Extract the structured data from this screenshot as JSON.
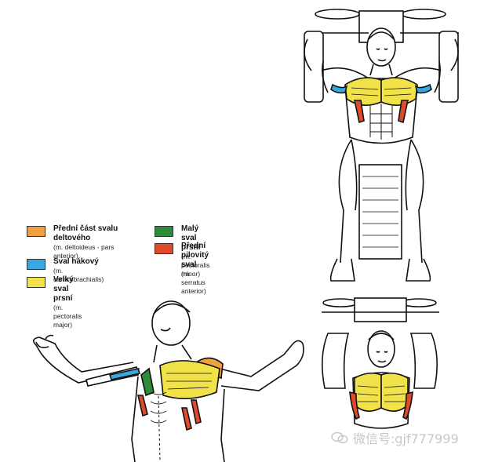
{
  "legend": {
    "items": [
      {
        "name": "Přední část svalu deltového",
        "latin": "(m. deltoideus - pars anterior)",
        "color": "#f0a040"
      },
      {
        "name": "Sval hákový",
        "latin": "(m. coracobrachialis)",
        "color": "#38a8e0"
      },
      {
        "name": "Velký sval prsní",
        "latin": "(m. pectoralis major)",
        "color": "#f2e24a"
      },
      {
        "name": "Malý sval prsní",
        "latin": "(m. pectoralis minor)",
        "color": "#2e8b3a"
      },
      {
        "name": "Přední pilovitý sval",
        "latin": "(m. serratus anterior)",
        "color": "#e04a2a"
      }
    ]
  },
  "watermark": {
    "text": "微信号:gjf777999"
  }
}
